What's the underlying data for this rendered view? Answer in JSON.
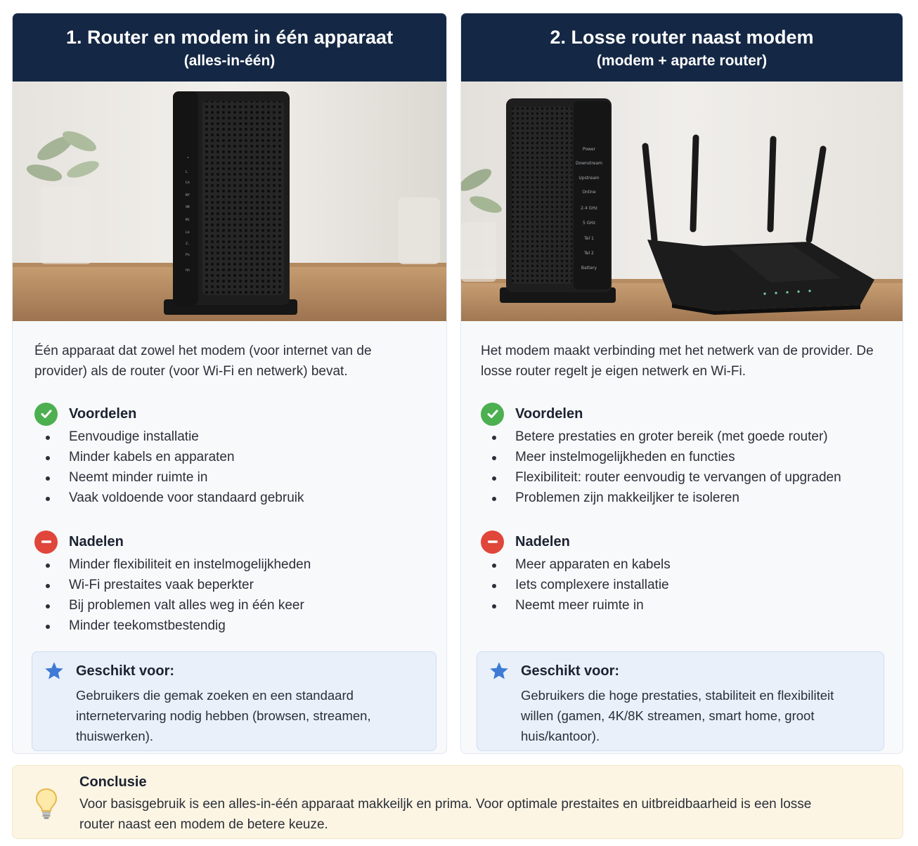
{
  "colors": {
    "header_bg": "#142744",
    "pros_green": "#4caf50",
    "cons_red": "#e0463a",
    "star_blue": "#3d7bd6",
    "suited_bg": "#e9f0fa",
    "conclusion_bg": "#fdf5e4"
  },
  "option1": {
    "title": "1. Router en modem in één apparaat",
    "subtitle": "(alles-in-één)",
    "intro": "Één apparaat dat zowel het modem (voor internet van de provider) als de router (voor Wi-Fi en netwerk) bevat.",
    "pros_title": "Voordelen",
    "pros_icon": "check-circle-icon",
    "pros": [
      "Eenvoudige installatie",
      "Minder kabels en apparaten",
      "Neemt minder ruimte in",
      "Vaak voldoende voor standaard gebruik"
    ],
    "cons_title": "Nadelen",
    "cons_icon": "minus-circle-icon",
    "cons": [
      "Minder flexibiliteit en instelmogelijkheden",
      "Wi-Fi prestaites vaak beperkter",
      "Bij problemen valt alles weg in één keer",
      "Minder teekomstbestendig"
    ],
    "suited_title": "Geschikt voor:",
    "suited_icon": "star-icon",
    "suited_text": "Gebruikers die gemak zoeken en een standaard internetervaring nodig hebben (browsen, streamen, thuiswerken)."
  },
  "option2": {
    "title": "2. Losse router naast modem",
    "subtitle": "(modem + aparte router)",
    "intro": "Het modem maakt verbinding met het netwerk van de provider. De losse router regelt je eigen netwerk en Wi-Fi.",
    "pros_title": "Voordelen",
    "pros_icon": "check-circle-icon",
    "pros": [
      "Betere prestaties en groter bereik (met goede router)",
      "Meer instelmogelijkheden en functies",
      "Flexibiliteit: router eenvoudig te vervangen of upgraden",
      "Problemen zijn makkeiljker te isoleren"
    ],
    "cons_title": "Nadelen",
    "cons_icon": "minus-circle-icon",
    "cons": [
      "Meer apparaten en kabels",
      "Iets complexere installatie",
      "Neemt meer ruimte in"
    ],
    "suited_title": "Geschikt voor:",
    "suited_icon": "star-icon",
    "suited_text": "Gebruikers die hoge prestaties, stabiliteit en flexibiliteit willen (gamen, 4K/8K streamen, smart home, groot huis/kantoor)."
  },
  "conclusion": {
    "title": "Conclusie",
    "icon": "lightbulb-icon",
    "text": "Voor basisgebruik is een alles-in-één apparaat makkeiljk en prima. Voor optimale prestaites en uitbreidbaarheid is een losse router naast een modem de betere keuze."
  }
}
